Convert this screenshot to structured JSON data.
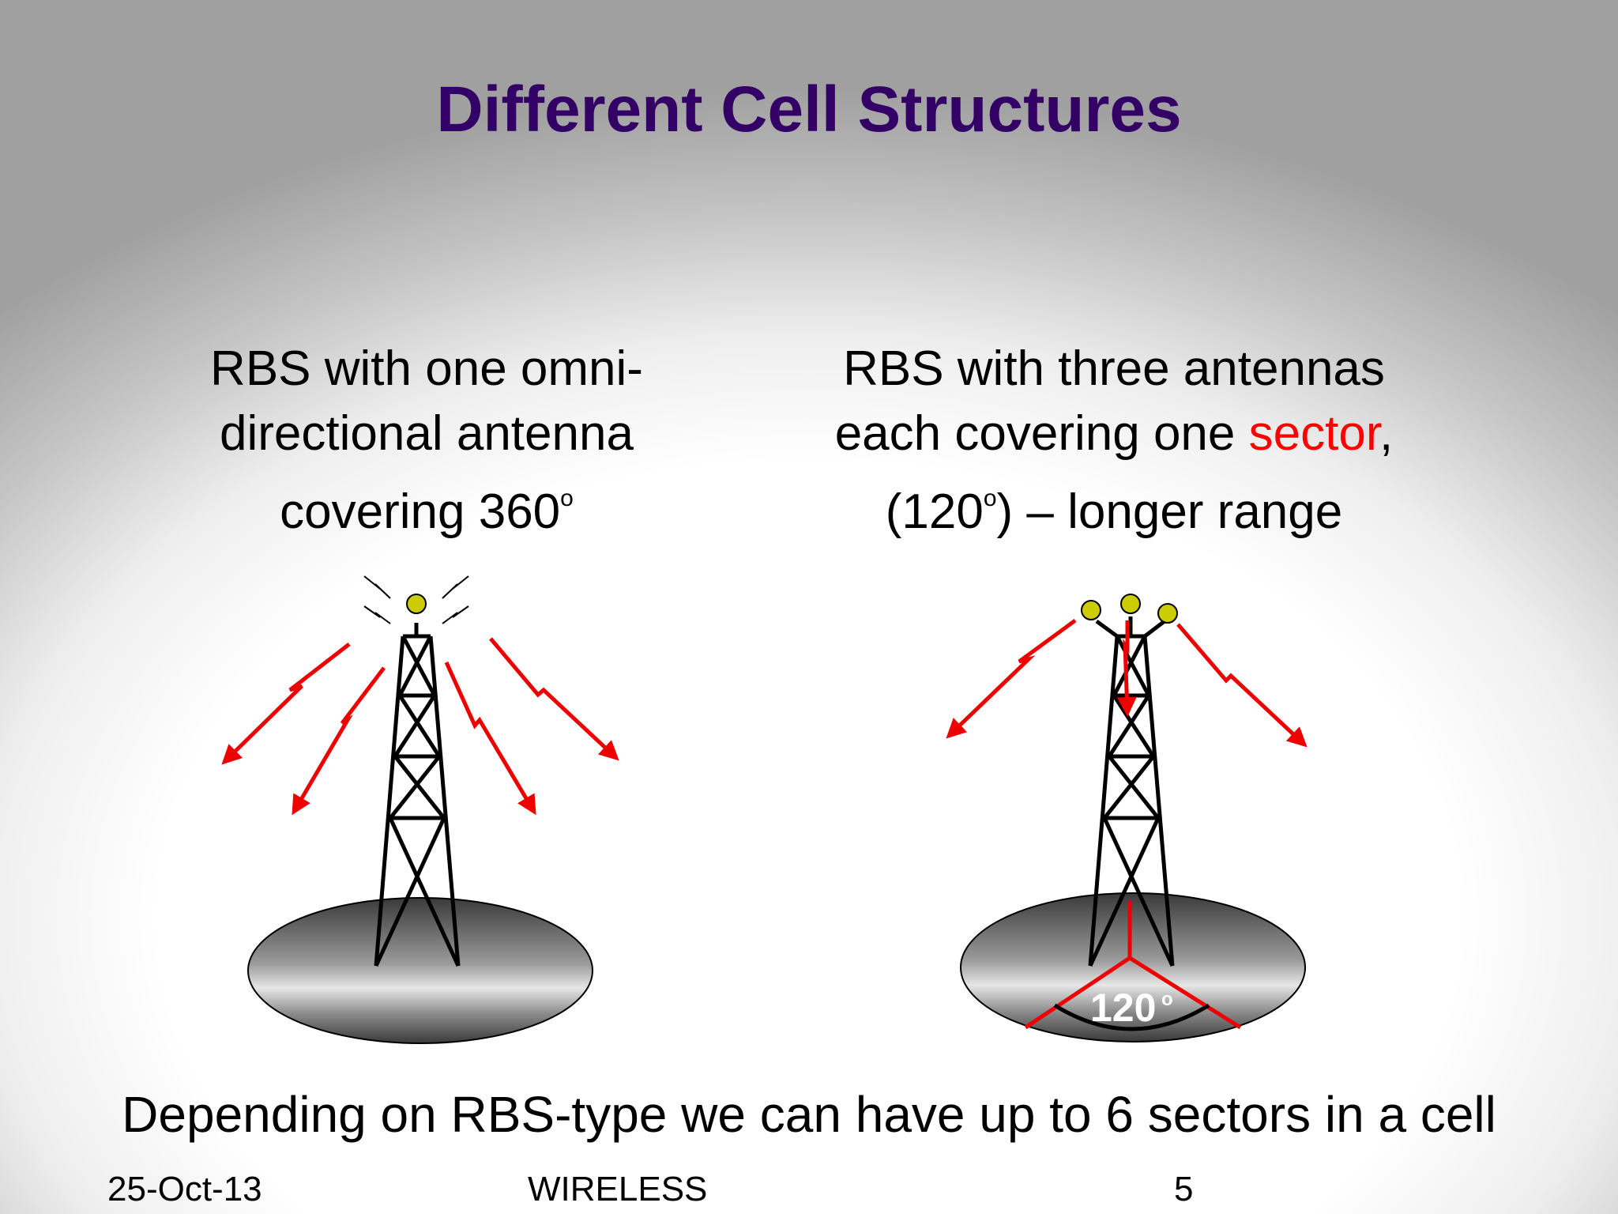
{
  "slide": {
    "title": "Different Cell Structures",
    "left_caption": {
      "line1": "RBS with one omni-",
      "line2": "directional antenna",
      "line3_text": "covering 360",
      "line3_sup": "o"
    },
    "right_caption": {
      "line1": "RBS with three antennas",
      "line2_pre": "each covering one ",
      "line2_highlight": "sector",
      "line2_post": ",",
      "line3_pre": "(120",
      "line3_sup": "o",
      "line3_post": ") – longer range"
    },
    "sector_label": "120",
    "sector_label_sup": "o",
    "footer_statement": "Depending on RBS-type we can have up to 6 sectors in a cell",
    "date": "25-Oct-13",
    "course": "WIRELESS",
    "page_number": "5"
  },
  "colors": {
    "title": "#330066",
    "highlight": "#ff0000",
    "antenna": "#cccc00",
    "signal_arrow": "#ee0000"
  },
  "icons": {
    "left": [
      "tower-icon",
      "omni-antenna-icon",
      "signal-arrow-icon",
      "coverage-disc-icon"
    ],
    "right": [
      "tower-icon",
      "sector-antenna-icon",
      "signal-arrow-icon",
      "coverage-disc-icon"
    ]
  }
}
